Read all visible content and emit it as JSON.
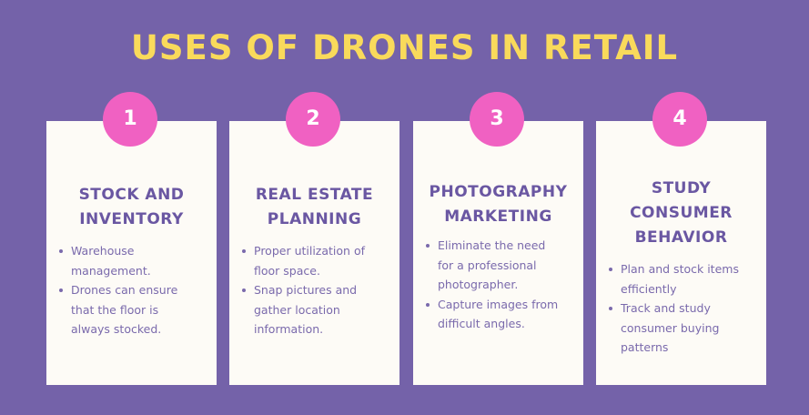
{
  "title": "USES OF DRONES IN RETAIL",
  "cards": [
    {
      "number": "1",
      "title_lines": [
        "STOCK AND",
        "INVENTORY"
      ],
      "bullets": [
        [
          "Warehouse",
          "management."
        ],
        [
          "Drones can ensure",
          "that the floor is",
          "always stocked."
        ]
      ]
    },
    {
      "number": "2",
      "title_lines": [
        "REAL ESTATE",
        "PLANNING"
      ],
      "bullets": [
        [
          "Proper utilization of",
          "floor space."
        ],
        [
          "Snap pictures and",
          "gather location",
          "information."
        ]
      ]
    },
    {
      "number": "3",
      "title_lines": [
        "PHOTOGRAPHY",
        "MARKETING"
      ],
      "bullets": [
        [
          "Eliminate the need",
          "for a professional",
          "photographer."
        ],
        [
          "Capture images from",
          "difficult angles."
        ]
      ]
    },
    {
      "number": "4",
      "title_lines": [
        "STUDY",
        "CONSUMER",
        "BEHAVIOR"
      ],
      "bullets": [
        [
          "Plan and stock items",
          "efficiently"
        ],
        [
          "Track and study",
          "consumer buying",
          "patterns"
        ]
      ]
    }
  ],
  "colors": {
    "background": "#7462a9",
    "title": "#f9da5b",
    "card": "#fdfbf6",
    "badge": "#f061c2",
    "card_title": "#6a57a2",
    "bullet_text": "#7a6aac"
  }
}
